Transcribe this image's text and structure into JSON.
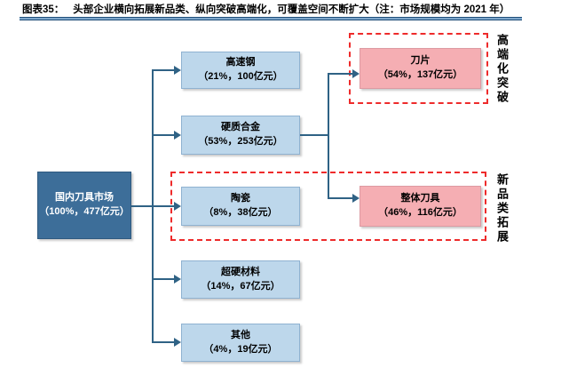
{
  "figure": {
    "label": "图表35：",
    "title": "头部企业横向拓展新品类、纵向突破高端化，可覆盖空间不断扩大（注：市场规模均为 2021 年）"
  },
  "root": {
    "name": "国内刀具市场",
    "value": "（100%，477亿元）"
  },
  "materials": [
    {
      "name": "高速钢",
      "value": "（21%，100亿元）"
    },
    {
      "name": "硬质合金",
      "value": "（53%，253亿元）"
    },
    {
      "name": "陶瓷",
      "value": "（8%，38亿元）"
    },
    {
      "name": "超硬材料",
      "value": "（14%，67亿元）"
    },
    {
      "name": "其他",
      "value": "（4%，19亿元）"
    }
  ],
  "products": [
    {
      "name": "刀片",
      "value": "（54%，137亿元）"
    },
    {
      "name": "整体刀具",
      "value": "（46%，116亿元）"
    }
  ],
  "annotations": {
    "high_end": "高端化突破",
    "new_category": "新品类拓展"
  },
  "colors": {
    "rule_dark": "#1F4E79",
    "rule_light": "#7FA7CC",
    "root_fill": "#3D6E99",
    "root_border": "#2F5A80",
    "material_fill": "#BDD7EB",
    "material_border": "#8FB2D1",
    "product_fill": "#F5AEB3",
    "product_border": "#DD9AA2",
    "connector": "#2F6285",
    "highlight_dash": "#EE2B2B"
  }
}
